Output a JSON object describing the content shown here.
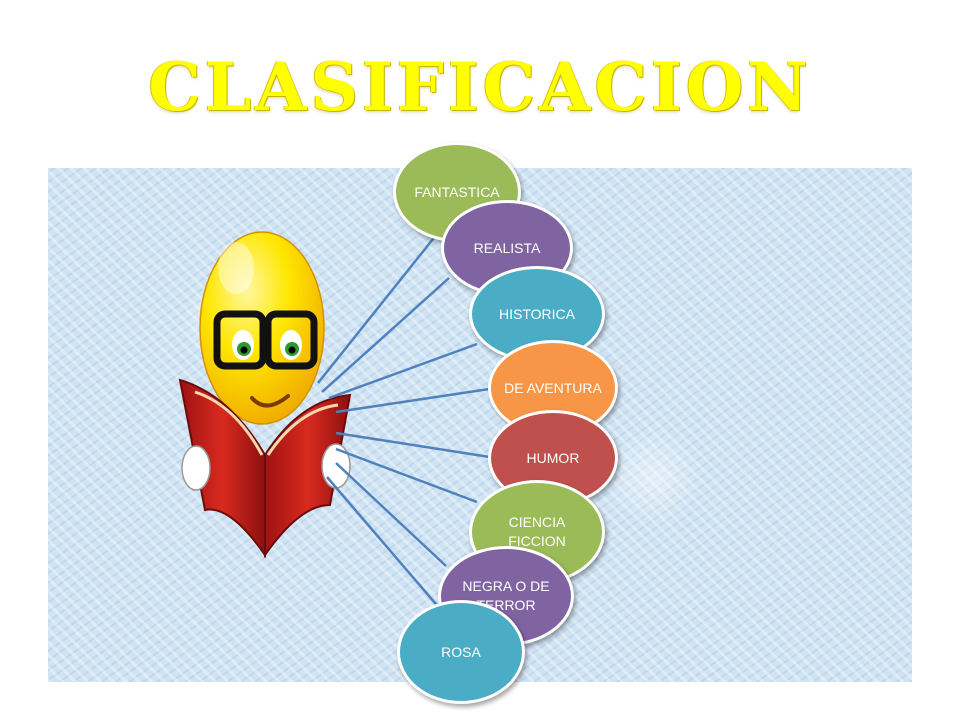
{
  "title": "CLASIFICACION",
  "nodes": [
    {
      "label": "FANTASTICA",
      "color": "#9bbb59"
    },
    {
      "label": "REALISTA",
      "color": "#8064a2"
    },
    {
      "label": "HISTORICA",
      "color": "#4bacc6"
    },
    {
      "label": "DE AVENTURA",
      "color": "#f79646"
    },
    {
      "label": "HUMOR",
      "color": "#c0504d"
    },
    {
      "label": "CIENCIA FICCION",
      "color": "#9bbb59"
    },
    {
      "label": "NEGRA O DE TERROR",
      "color": "#8064a2"
    },
    {
      "label": "ROSA",
      "color": "#4bacc6"
    }
  ],
  "connector_color": "#4f81bd",
  "mascot": {
    "icon": "smiley-reading-book-icon"
  }
}
